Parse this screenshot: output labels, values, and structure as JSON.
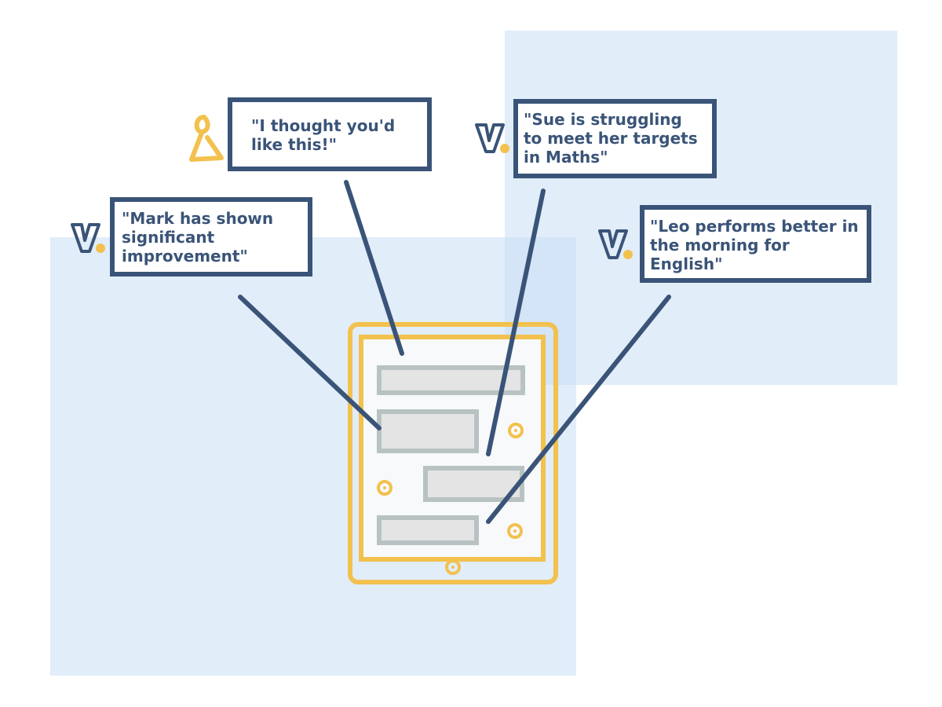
{
  "colors": {
    "navy": "#3a5478",
    "gold": "#f2c14e",
    "panel": "#c8def4",
    "screen_bar_fill": "#e4e4e4",
    "screen_bar_stroke": "#b8c2c2"
  },
  "callouts": [
    {
      "text": "\"Mark has shown\nsignificant\nimprovement\"",
      "icon": "v-logo-icon"
    },
    {
      "text": "\"I thought you'd\nlike this!\"",
      "icon": "person-icon"
    },
    {
      "text": "\"Sue is struggling\nto meet her targets\nin Maths\"",
      "icon": "v-logo-icon"
    },
    {
      "text": "\"Leo performs better in\nthe morning for\nEnglish\"",
      "icon": "v-logo-icon"
    }
  ],
  "device": {
    "icon": "tablet-icon",
    "content_blocks": 4
  }
}
